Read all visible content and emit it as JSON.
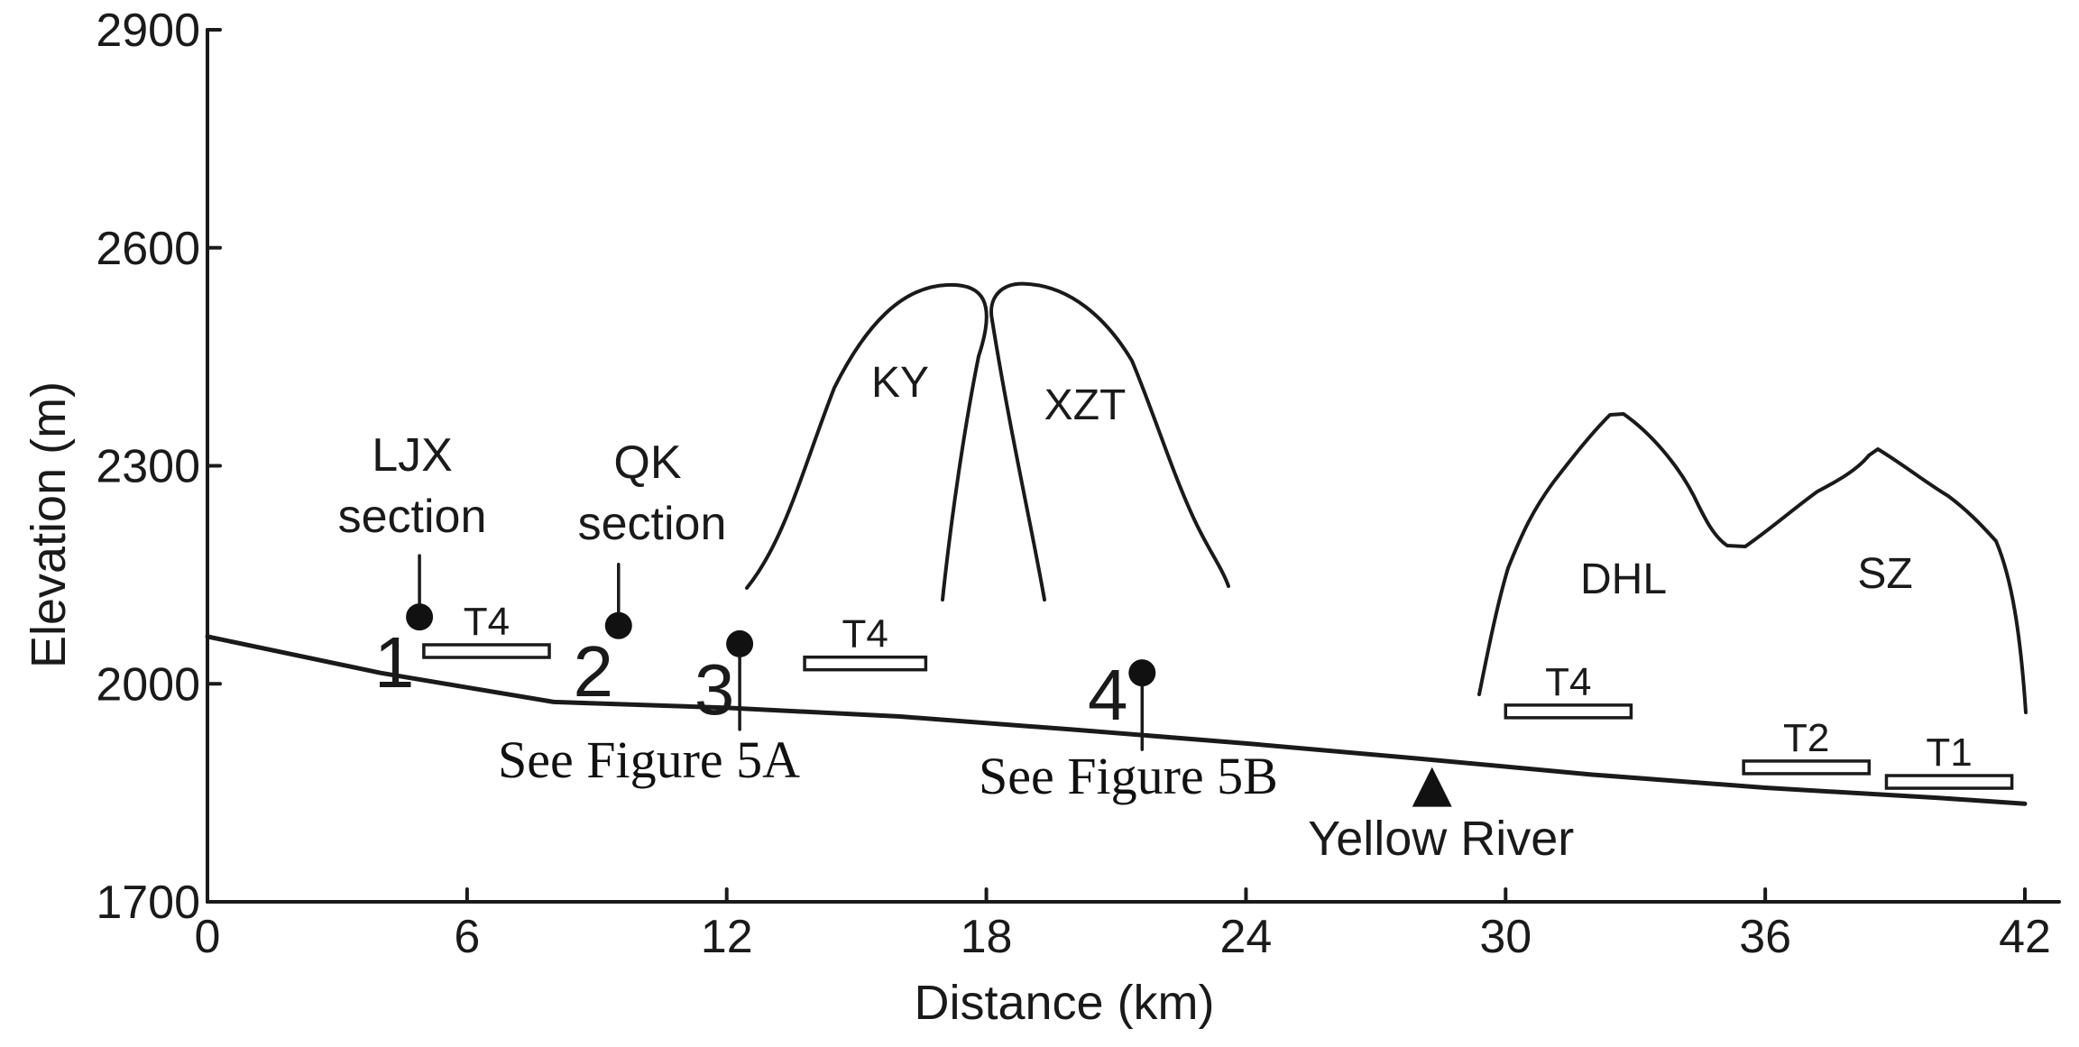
{
  "axes": {
    "x_label": "Distance (km)",
    "y_label": "Elevation (m)",
    "x_ticks": [
      "0",
      "6",
      "12",
      "18",
      "24",
      "30",
      "36",
      "42"
    ],
    "y_ticks": [
      "1700",
      "2000",
      "2300",
      "2600",
      "2900"
    ],
    "x_range": [
      0,
      42
    ],
    "y_range": [
      1700,
      2900
    ]
  },
  "mountains": [
    {
      "label": "KY"
    },
    {
      "label": "XZT"
    },
    {
      "label": "DHL"
    },
    {
      "label": "SZ"
    }
  ],
  "terraces": [
    {
      "label": "T4",
      "from_km": 5.0,
      "to_km": 7.9,
      "elev_m": 2045
    },
    {
      "label": "T4",
      "from_km": 13.8,
      "to_km": 16.6,
      "elev_m": 2028
    },
    {
      "label": "T4",
      "from_km": 30.0,
      "to_km": 32.9,
      "elev_m": 1962
    },
    {
      "label": "T2",
      "from_km": 35.5,
      "to_km": 38.4,
      "elev_m": 1885
    },
    {
      "label": "T1",
      "from_km": 38.8,
      "to_km": 41.7,
      "elev_m": 1865
    }
  ],
  "sites": [
    {
      "number": "1",
      "name_line1": "LJX",
      "name_line2": "section",
      "km": 4.9,
      "elev_m": 2092
    },
    {
      "number": "2",
      "name_line1": "QK",
      "name_line2": "section",
      "km": 9.5,
      "elev_m": 2080
    },
    {
      "number": "3",
      "km": 12.3,
      "elev_m": 2055
    },
    {
      "number": "4",
      "km": 21.6,
      "elev_m": 2015
    }
  ],
  "figure_refs": [
    "See Figure 5A",
    "See Figure 5B"
  ],
  "river": {
    "label": "Yellow River",
    "km": 28.3
  },
  "ground_profile": [
    [
      0,
      2065
    ],
    [
      4,
      2015
    ],
    [
      8,
      1975
    ],
    [
      12,
      1967
    ],
    [
      16,
      1955
    ],
    [
      20,
      1937
    ],
    [
      24,
      1918
    ],
    [
      28,
      1897
    ],
    [
      32,
      1875
    ],
    [
      36,
      1857
    ],
    [
      40,
      1843
    ],
    [
      42,
      1835
    ]
  ]
}
